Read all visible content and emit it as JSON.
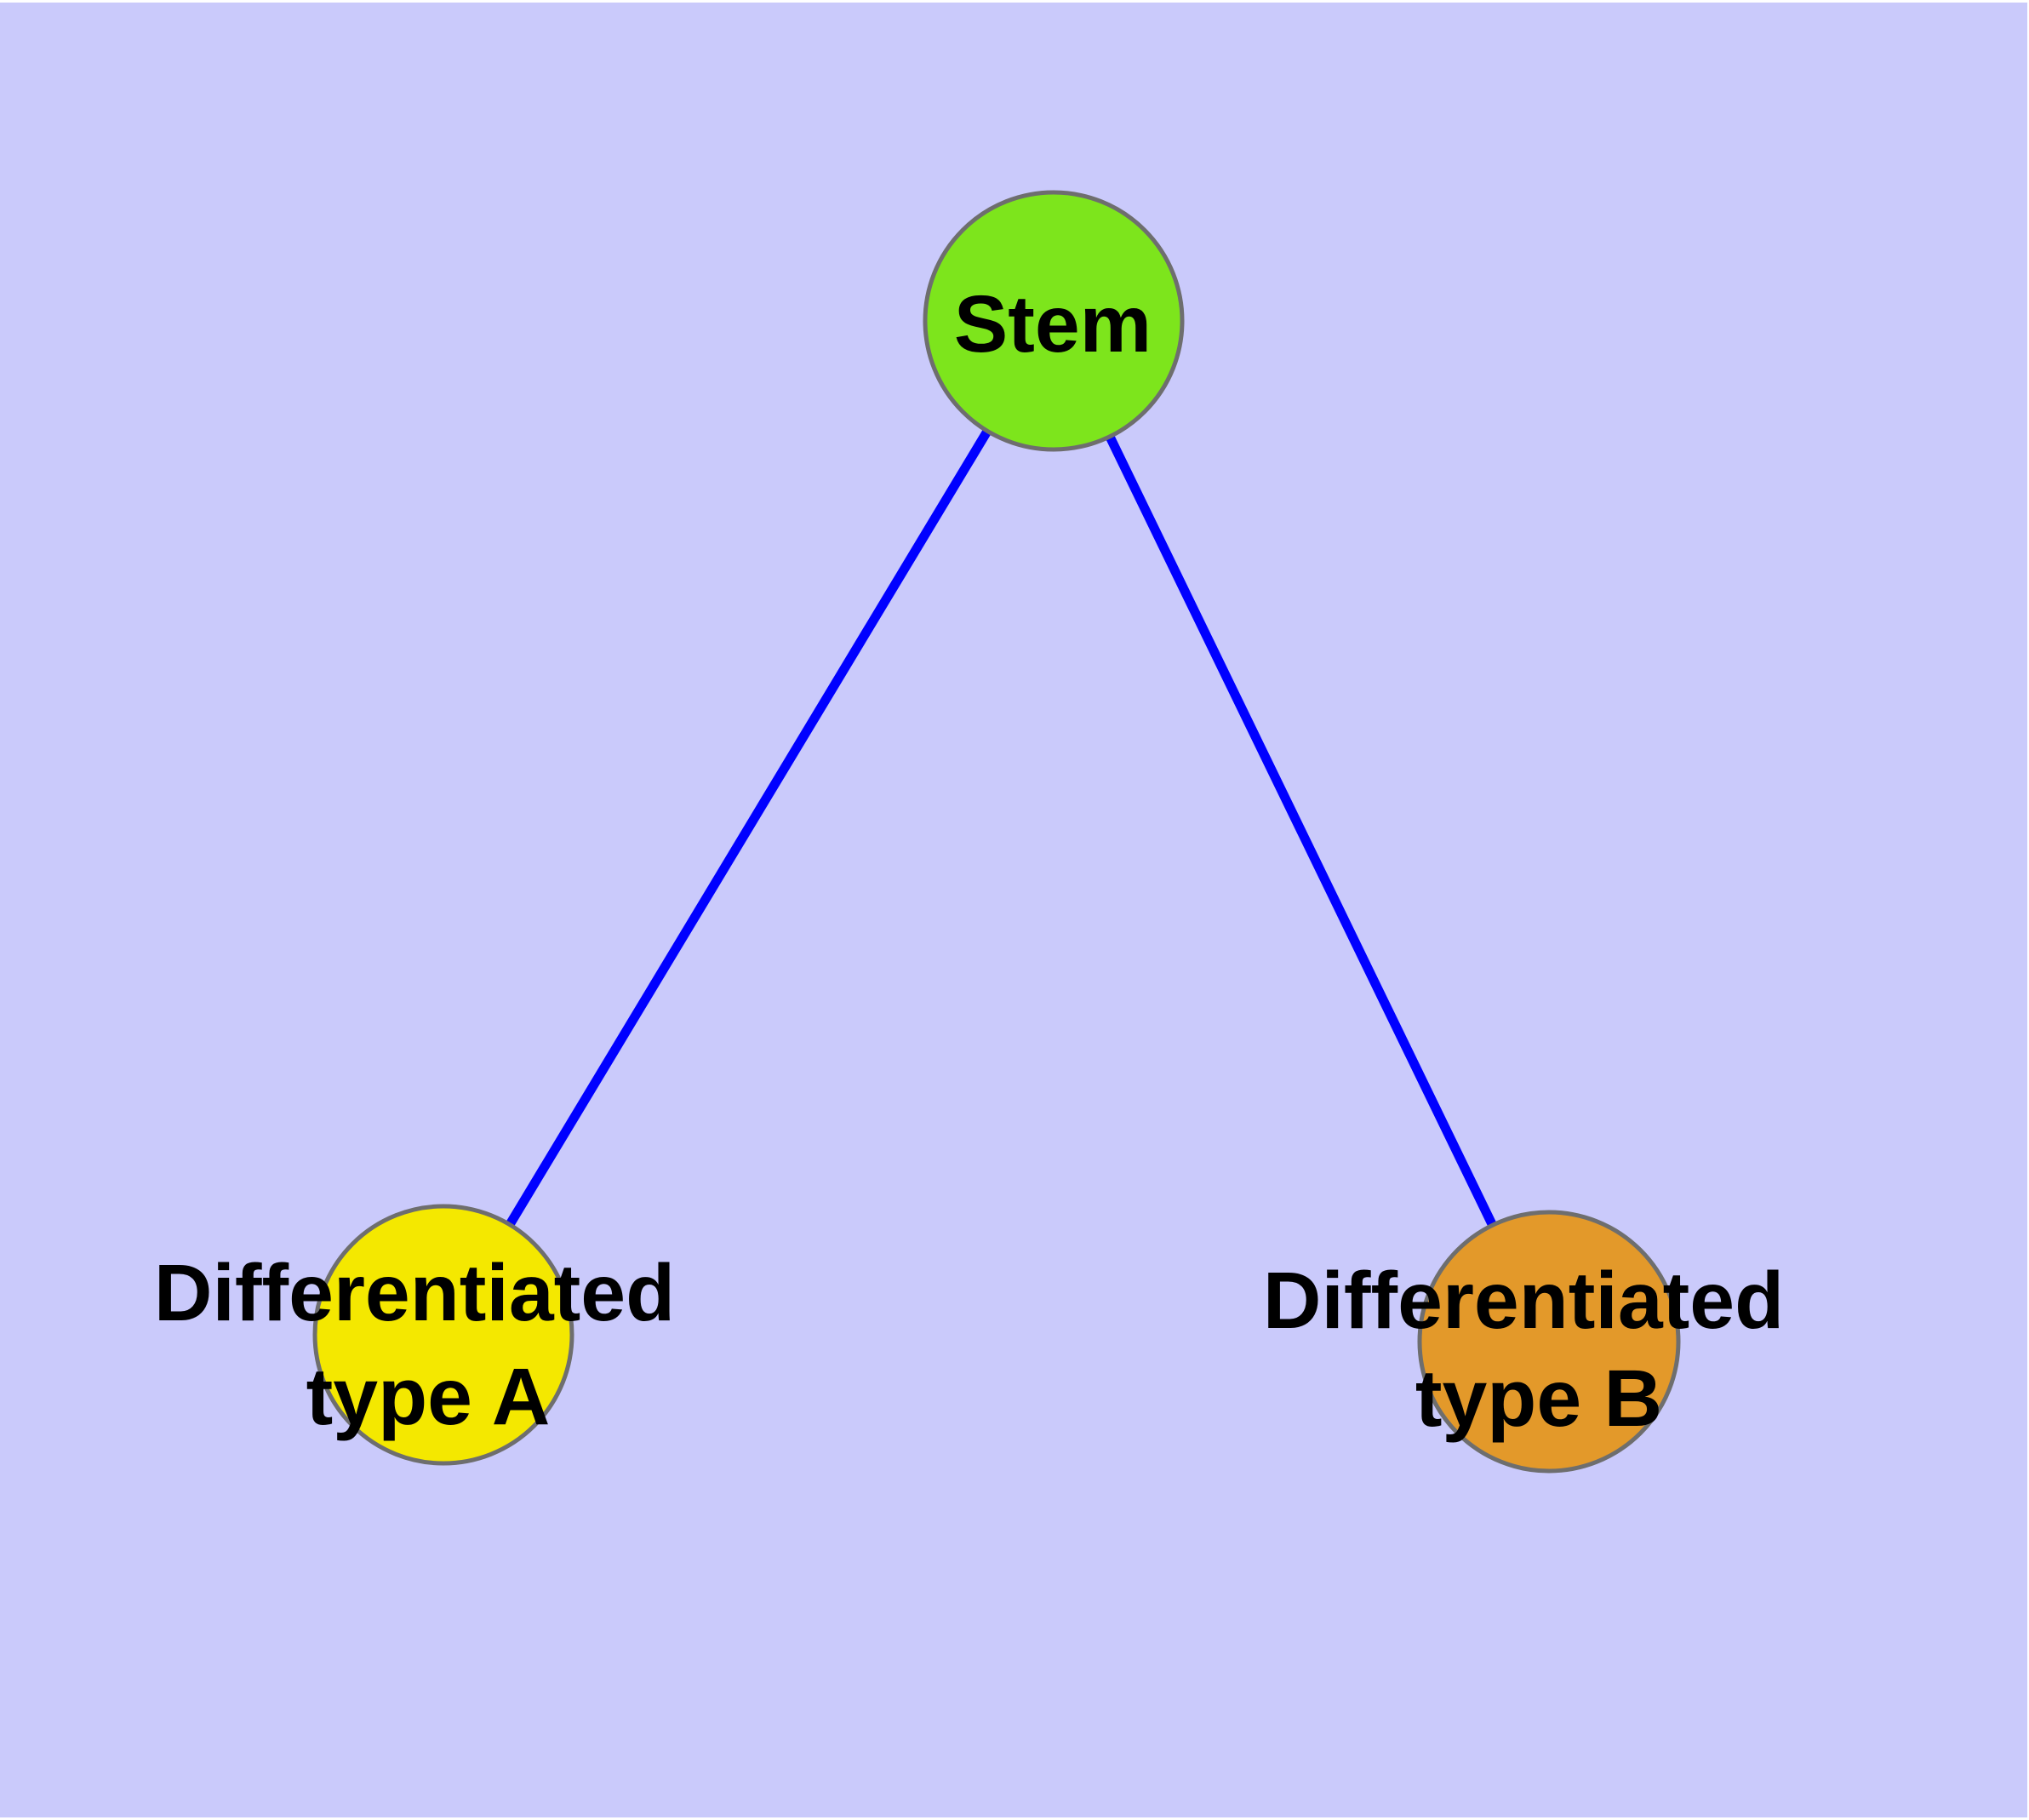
{
  "diagram": {
    "type": "graph",
    "background_color": "#cacafb",
    "edge_color": "#0000ff",
    "node_border_color": "#6e6e6e",
    "text_color": "#000000",
    "nodes": [
      {
        "id": "stem",
        "label": "Stem",
        "fill": "#7de51c"
      },
      {
        "id": "differentiated-type-a",
        "label": "Differentiated type A",
        "label_line1": "Differentiated",
        "label_line2": "type A",
        "fill": "#f4e800"
      },
      {
        "id": "differentiated-type-b",
        "label": "Differentiated type B",
        "label_line1": "Differentiated",
        "label_line2": "type B",
        "fill": "#e3992a"
      }
    ],
    "edges": [
      {
        "from": "stem",
        "to": "differentiated-type-a"
      },
      {
        "from": "stem",
        "to": "differentiated-type-b"
      }
    ]
  }
}
